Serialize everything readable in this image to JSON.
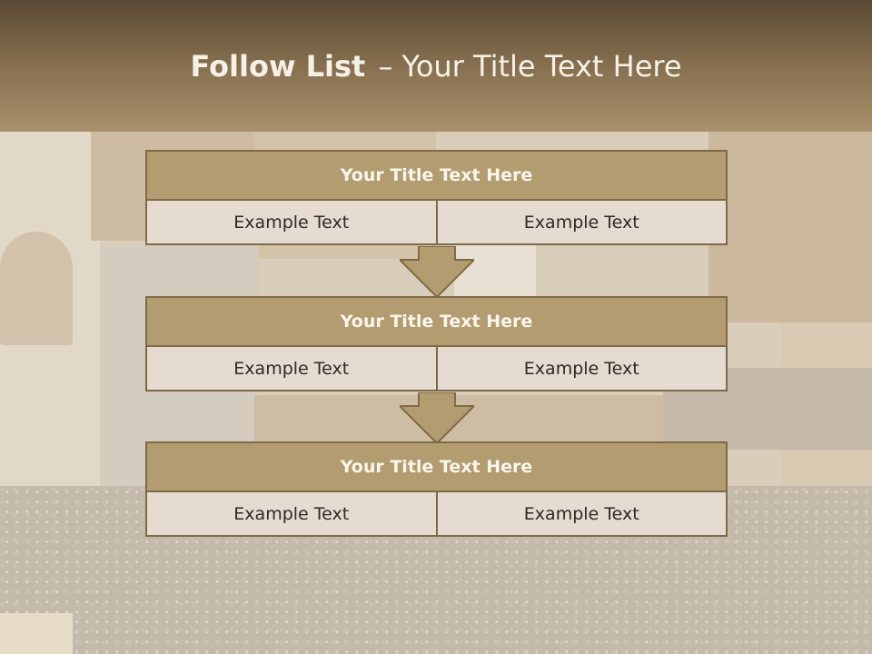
{
  "title": {
    "strong": "Follow List",
    "rest": "– Your Title Text Here"
  },
  "blocks": [
    {
      "heading": "Your Title Text Here",
      "left": "Example Text",
      "right": "Example Text"
    },
    {
      "heading": "Your Title Text Here",
      "left": "Example Text",
      "right": "Example Text"
    },
    {
      "heading": "Your Title Text Here",
      "left": "Example Text",
      "right": "Example Text"
    }
  ],
  "colors": {
    "header_band": "#8a7352",
    "block_heading": "#b39c70",
    "block_row": "#e5dbd1",
    "border": "#7f6a48"
  }
}
